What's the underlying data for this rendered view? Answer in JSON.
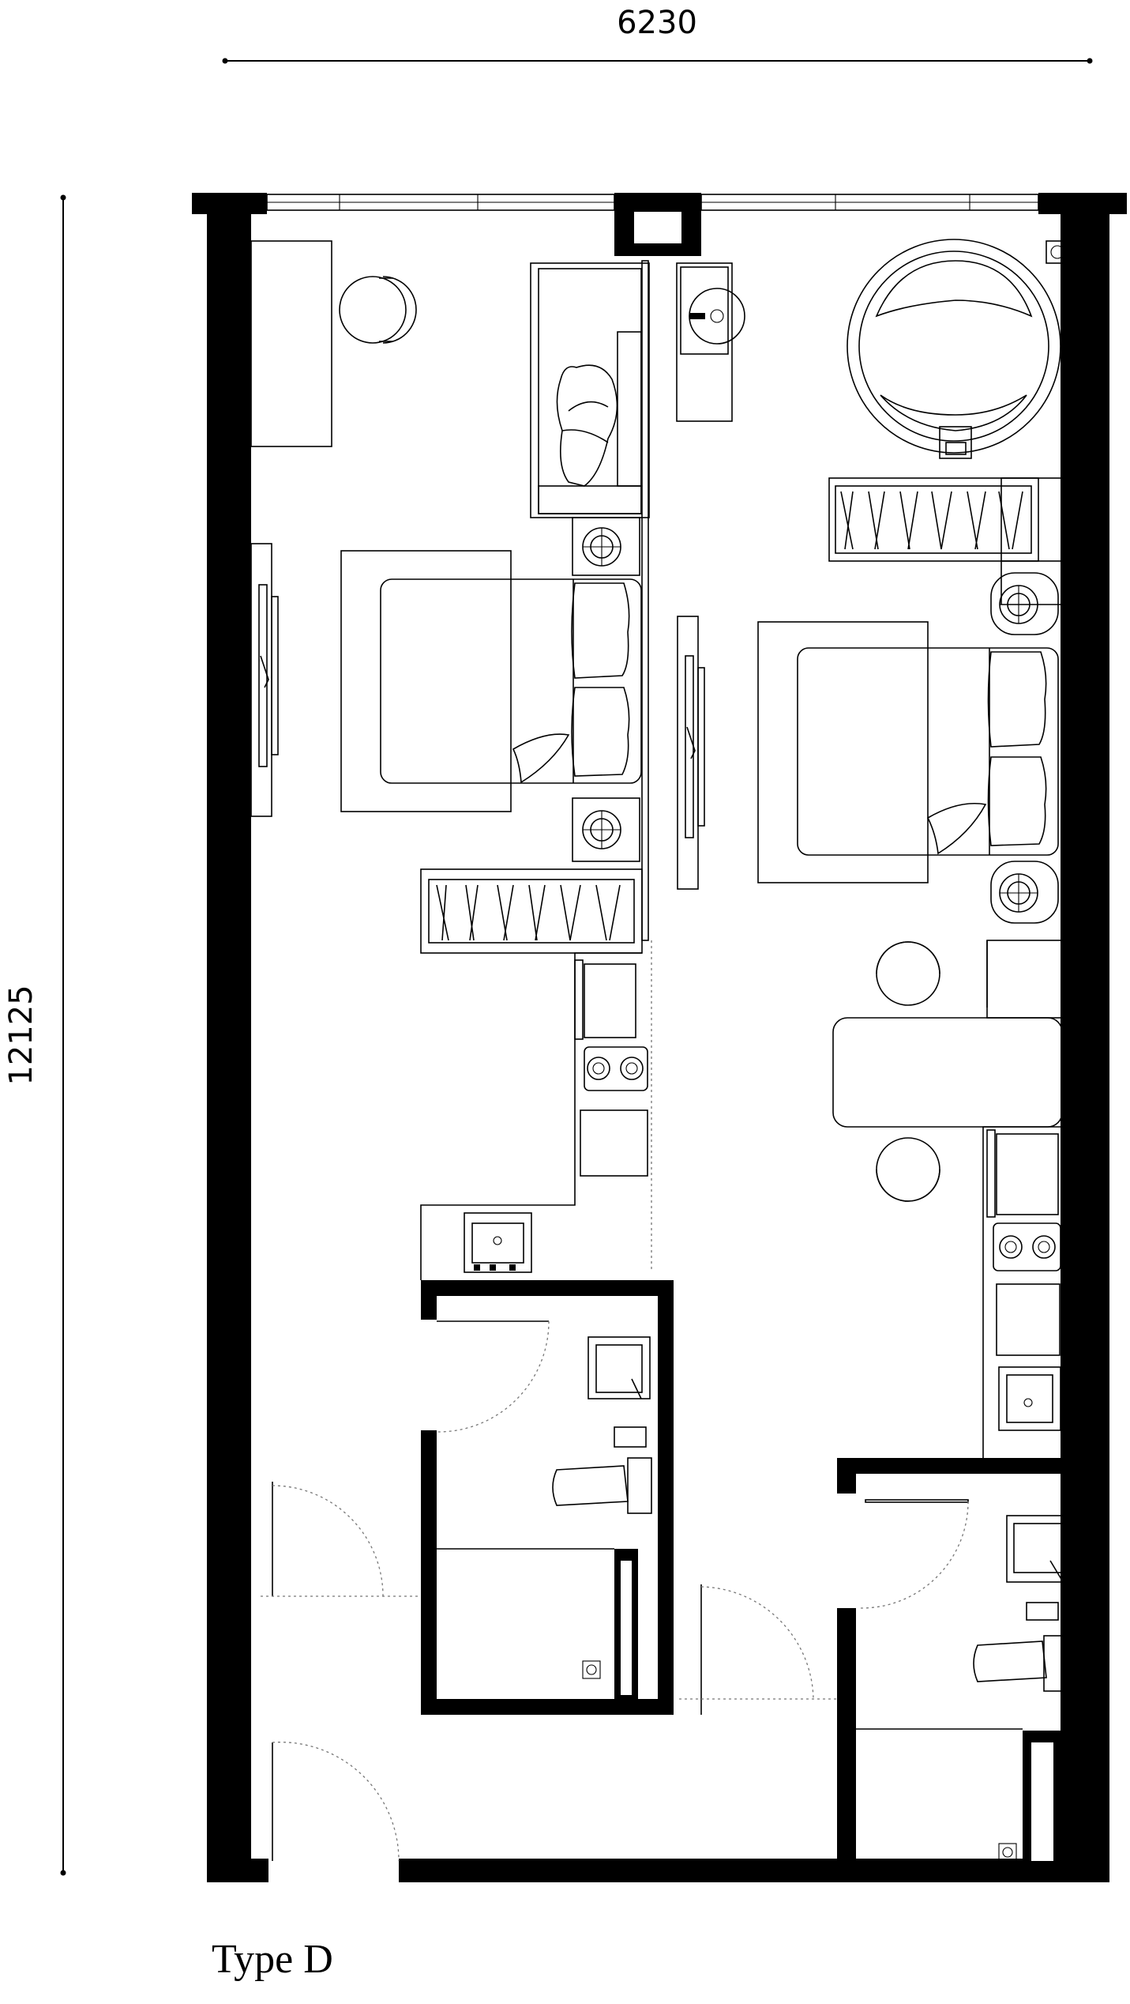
{
  "plan": {
    "width_dimension": "6230",
    "height_dimension": "12125",
    "type_label": "Type D"
  },
  "colors": {
    "walls": "#000000",
    "background": "#ffffff",
    "door_swing": "#777777"
  }
}
